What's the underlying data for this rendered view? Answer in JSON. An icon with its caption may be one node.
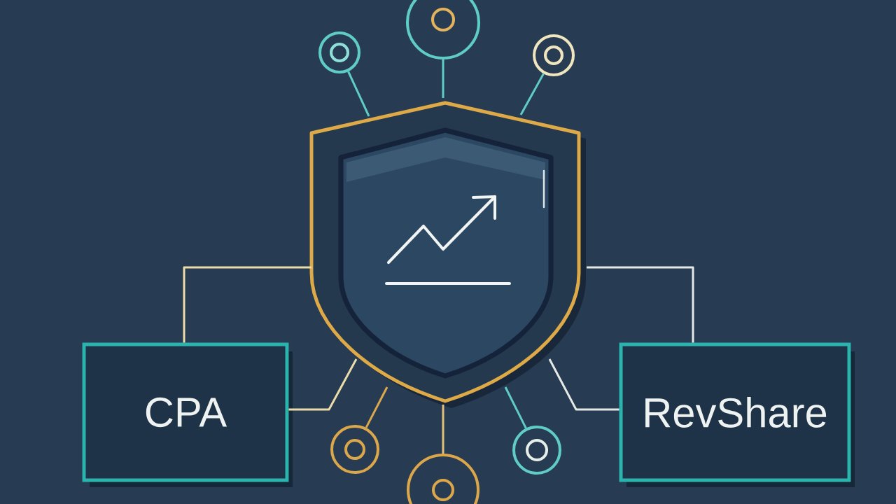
{
  "diagram": {
    "nodes": [
      {
        "text": [],
        "shape": "circle"
      },
      {
        "text": [],
        "shape": "circle"
      },
      {
        "text": [],
        "shape": "circle"
      },
      {
        "text": [],
        "shape": "shield"
      },
      {
        "text": [
          "CPA"
        ]
      },
      {
        "text": [
          "RevShare"
        ]
      },
      {
        "text": [],
        "shape": "circle"
      },
      {
        "text": [],
        "shape": "circle"
      },
      {
        "text": [],
        "shape": "circle"
      }
    ],
    "edges": [
      {
        "from": 0,
        "to": 3,
        "arrow": "none"
      },
      {
        "from": 1,
        "to": 3,
        "arrow": "none"
      },
      {
        "from": 2,
        "to": 3,
        "arrow": "none"
      },
      {
        "from": 3,
        "to": 4,
        "arrow": "none",
        "color": "#ecdcaa"
      },
      {
        "from": 3,
        "to": 4,
        "arrow": "none",
        "color": "#ecdcaa"
      },
      {
        "from": 3,
        "to": 5,
        "arrow": "none",
        "color": "#e4e9e6"
      },
      {
        "from": 3,
        "to": 5,
        "arrow": "none",
        "color": "#e4e9e6"
      },
      {
        "from": 3,
        "to": 6,
        "arrow": "none",
        "color": "#dba84c"
      },
      {
        "from": 3,
        "to": 7,
        "arrow": "none",
        "color": "#e3c07a"
      },
      {
        "from": 3,
        "to": 8,
        "arrow": "none"
      }
    ]
  }
}
